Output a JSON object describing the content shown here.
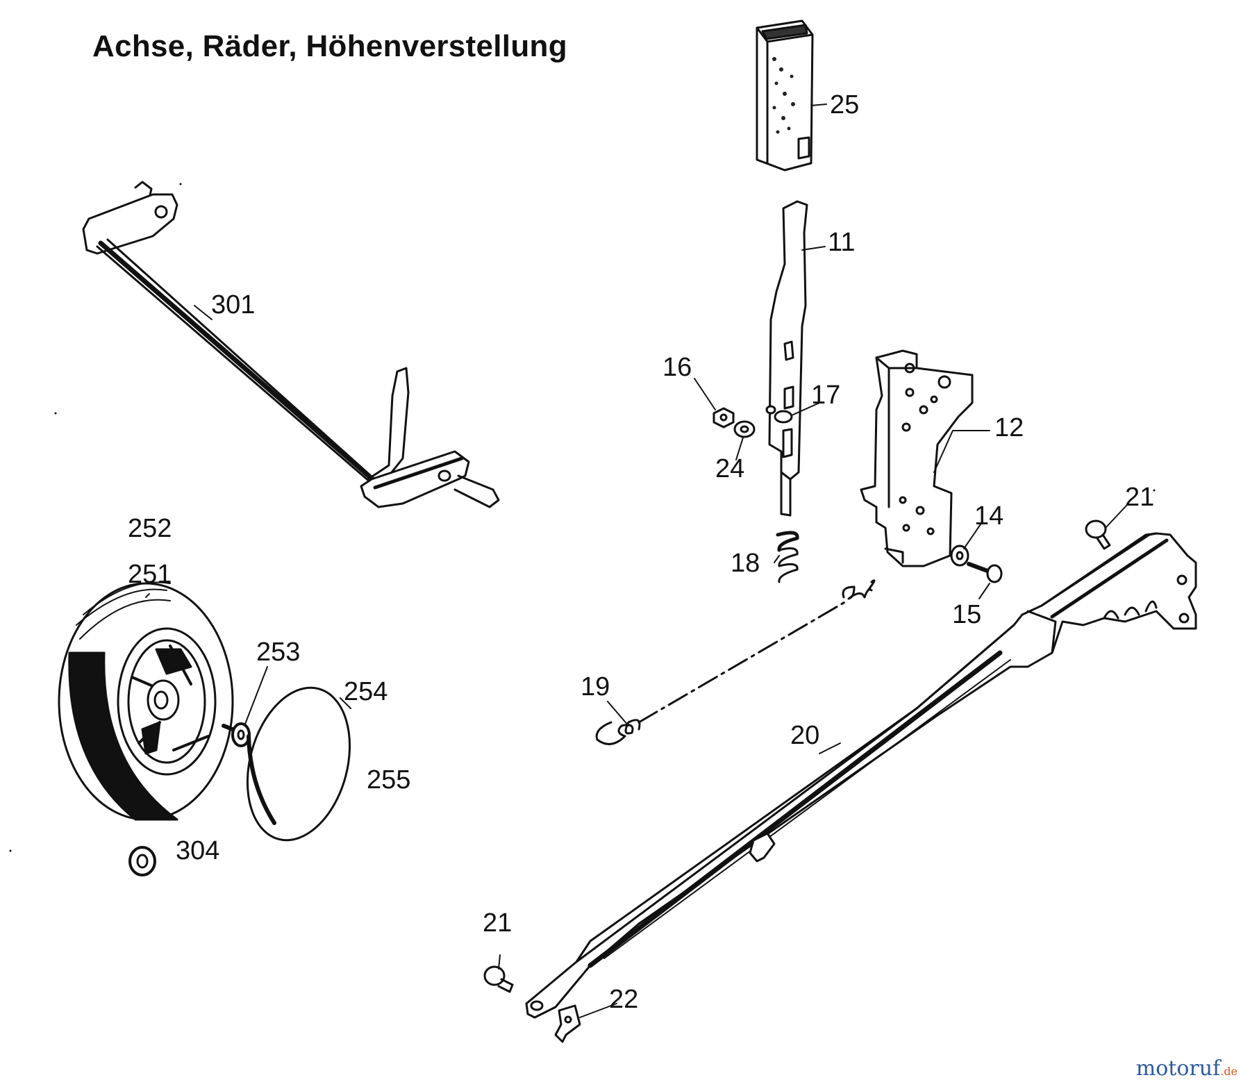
{
  "title": "Achse, Räder, Höhenverstellung",
  "labels": {
    "p25": "25",
    "p11": "11",
    "p301": "301",
    "p16": "16",
    "p17": "17",
    "p24": "24",
    "p12": "12",
    "p21a": "21",
    "p14": "14",
    "p18": "18",
    "p15": "15",
    "p252": "252",
    "p251": "251",
    "p253": "253",
    "p254": "254",
    "p255": "255",
    "p304": "304",
    "p19": "19",
    "p20": "20",
    "p21b": "21",
    "p22": "22"
  },
  "watermark": {
    "main": "motoruf",
    "suffix": ".de"
  }
}
